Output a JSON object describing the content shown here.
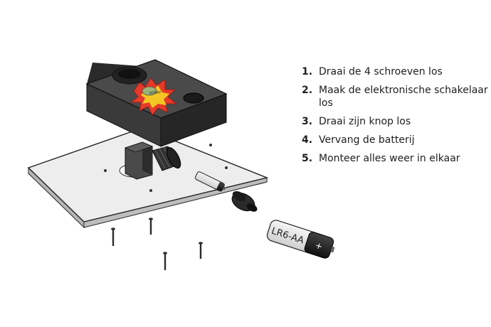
{
  "steps": [
    {
      "num": "1.",
      "text": "Draai de 4 schroeven los"
    },
    {
      "num": "2.",
      "text": "Maak de elektronische schakelaar los"
    },
    {
      "num": "3.",
      "text": "Draai zijn knop los"
    },
    {
      "num": "4.",
      "text": "Vervang de batterij"
    },
    {
      "num": "5.",
      "text": "Monteer alles weer in elkaar"
    }
  ],
  "labels": {
    "box_sticker": "SORRY",
    "battery_large": "LR6-AA",
    "battery_plus": "+"
  },
  "colors": {
    "box": "#3a3a3a",
    "plate": "#ececec",
    "burst_red": "#e5392a",
    "burst_yellow": "#f3c623",
    "text": "#1e1e1e"
  }
}
